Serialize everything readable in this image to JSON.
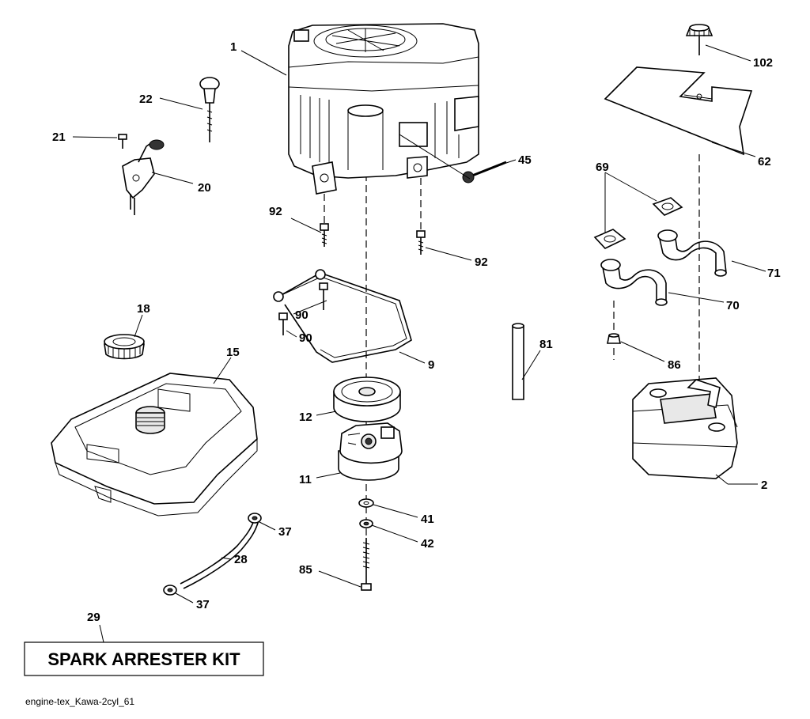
{
  "diagram": {
    "filename": "engine-tex_Kawa-2cyl_61",
    "kit_label": "SPARK ARRESTER KIT",
    "callouts": {
      "c1": "1",
      "c2": "2",
      "c9": "9",
      "c11": "11",
      "c12": "12",
      "c15": "15",
      "c18": "18",
      "c20": "20",
      "c21": "21",
      "c22": "22",
      "c28": "28",
      "c29": "29",
      "c37a": "37",
      "c37b": "37",
      "c41": "41",
      "c42": "42",
      "c45": "45",
      "c62": "62",
      "c69": "69",
      "c70": "70",
      "c71": "71",
      "c81": "81",
      "c85": "85",
      "c86": "86",
      "c90a": "90",
      "c90b": "90",
      "c92a": "92",
      "c92b": "92",
      "c102": "102"
    }
  }
}
